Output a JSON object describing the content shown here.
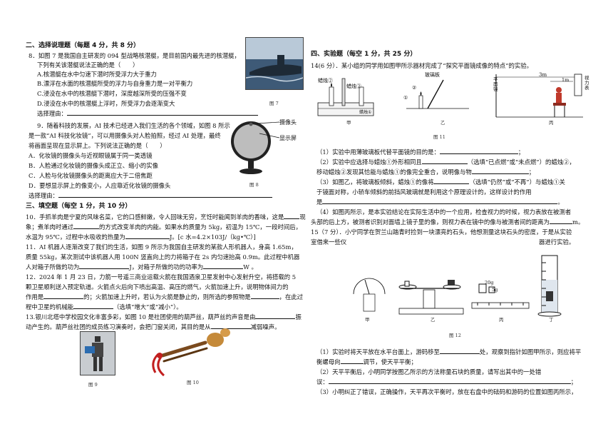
{
  "left": {
    "sec2_title": "二、选择说理题（每题 4 分，共 8 分）",
    "q8_l1": "8．如图 7 是我国自主研发的 094 型战略核潜艇，是目前国内最先进的核潜艇，",
    "q8_l2": "下列有关该潜艇说法正确的是（　　）",
    "q8_a": "A.核潜艇在水中匀速下潜时所受浮力大于重力",
    "q8_b": "B.漂浮在水面的核潜艇所受的浮力与自身重力是一对平衡力",
    "q8_c": "C.浸没在水中的核潜艇下潜时，深度越深所受的压强不变",
    "q8_d": "D.浸没在水中的核潜艇上浮时，所受浮力会逐渐变大",
    "reason_label": "选择理由：",
    "fig7_caption": "图 7",
    "q9_l1": "9．随着科技的发展，AI 技术已经进入我们生活的各个领域，如图 8 所示",
    "q9_l2": "是一款“AI 科技化妆镜”，可以用摄像头对人脸拍照，经过 AI 处理，最终",
    "q9_l3": "将画面呈现在显示屏上。下列说法正确的是（　　）",
    "q9_a": "A．化妆镜的摄像头与近视眼镜属于同一类透镜",
    "q9_b": "B．人脸通过化妆镜的摄像头成正立、缩小的实像",
    "q9_c": "C．人脸与化妆镜摄像头的距离应大于二倍焦距",
    "q9_d": "D．要想显示屏上的像变小，人应靠近化妆镜的摄像头",
    "fig8_label_camera": "摄像头",
    "fig8_label_screen": "显示屏",
    "fig8_caption": "图 8",
    "sec3_title": "三、填空题（每空 1 分，共 10 分）",
    "q10_l1": "10．手抓羊肉是宁夏的风味名菜，它的口感鲜嫩，令人回味无穷，烹饪时能闻到羊肉的香味，这是",
    "q10_l1b": "现",
    "q10_l2a": "象；煮羊肉时通过",
    "q10_l2b": "的方式改变羊肉的内能。如果水的质量为 5kg，初温为 15℃，一段时间后，",
    "q10_l3a": "水温为 95℃，过程中水吸收的热量为",
    "q10_l3b": "J。[c 水=4.2×103J/（kg•℃）]",
    "q11_l1": "11．AI 机器人逐渐改变了我们的生活，如图 9 所示为我国自主研发的某款人形机器人，身高 1.65m，",
    "q11_l2": "质量 55kg，某次测试中该机器人用 100N 竖直向上的力将箱子在 2s 内匀速抬高 0.9m。此过程中机器",
    "q11_l3a": "人对箱子所做的功为",
    "q11_l3b": "J，对箱子所做的功的功率为",
    "q11_l3c": "W 。",
    "q12_l1": "12．2024 年 1 月 23 日，力箭一号遥三商业运载火箭在我国酒泉卫星发射中心发射升空，将搭载的 5",
    "q12_l2": "颗卫星顺利送入预定轨道。火箭点火后向下喷出高温、高压的燃气，火箭加速上升，说明物体间力的",
    "q12_l3a": "作用是",
    "q12_l3b": "的；火箭加速上升时，若认为火箭是静止的，则所选的参照物是",
    "q12_l3c": "，在此过",
    "q12_l4a": "程中卫星的机械能",
    "q12_l4b": "（选填“增大”或“减小”）。",
    "q13_l1a": "13.银川北塔中学校园文化丰富多彩，如图 10 是社团使用的葫芦丝，葫芦丝的声音是由",
    "q13_l1b": "振",
    "q13_l2a": "动产生的。葫芦丝社团的成员练习演奏时，会把门窗关闭，其目的是从",
    "q13_l2b": "减弱噪声。",
    "fig9_caption": "图 9",
    "fig10_caption": "图 10"
  },
  "right": {
    "sec4_title": "四、实验题（每空 1 分，共 25 分）",
    "q14_l1": "14(6 分）．某小组的同学用如图甲所示器材完成了“探究平面镜成像的特点”的实验。",
    "fig11_glass": "玻璃板",
    "fig11_candle1": "蜡烛①",
    "fig11_candle2": "蜡烛②",
    "fig11_circle1": "①",
    "fig11_circle2": "②",
    "fig11_mirror": "平面镜",
    "fig11_3m": "3m",
    "fig11_1m": "1m",
    "fig11_chart": "视力表",
    "fig11_jia": "甲",
    "fig11_yi": "乙",
    "fig11_bing": "丙",
    "fig11_caption": "图 11",
    "q14_1": "（1）实验中用薄玻璃板代替平面镜的目的是：",
    "q14_1end": "；",
    "q14_2a": "（2）实验中应选择与蜡烛①外形相同且",
    "q14_2b": "（选填“已点燃”或“未点燃”）的蜡烛②，",
    "q14_2c": "移动蜡烛②发现其恰能与蜡烛①的像完全重合，说明像与物",
    "q14_2d": "；",
    "q14_3a": "（3）如图乙，将玻璃板倾斜，蜡烛①的像将",
    "q14_3b": "（选填“仍然”或“不再”）与蜡烛①关",
    "q14_3c": "于镜面对称，小轿车倾斜的前挡风玻璃就是利用这个原理设计的，这样设计的作用",
    "q14_3d": "是",
    "q14_3e": "。",
    "q14_4a": "（4）如图丙所示，是本实验结论在实际生活中的一个应用，检查视力的时候，视力表放在被测者",
    "q14_4b": "头部的后上方，被测者识别对面墙上镜子里的像，则视力表在镜中的像与被测者间的距离为",
    "q14_4c": "m。",
    "q15_l1": "15（7 分）．小宁同学在贺兰山踏青时捡到一块漂亮的石头，他想测量这块石头的密度，于是从实验",
    "q15_l2": "室借来一些仪",
    "q15_l2b": "器进行实验。",
    "fig12_jia": "甲",
    "fig12_yi": "乙",
    "fig12_bing": "丙",
    "fig12_ding": "丁",
    "fig12_20g": "20g",
    "fig12_5g": "5g",
    "fig12_caption": "图 12",
    "q15_1a": "（1）实验时将天平放在水平台面上，游码移至",
    "q15_1b": "处，观察到指针如图甲所示，则应将平",
    "q15_1c": "衡螺母向",
    "q15_1d": "调节，使天平平衡；",
    "q15_2a": "（2）天平平衡后，小明同学按图乙所示的方法称量石块的质量，请写出其中的一处错",
    "q15_2b": "误：",
    "q15_2c": "；",
    "q15_3": "（3）小明纠正了错误，正确操作，天平再次平衡时，放在右盘中的砝码和游码的位置如图丙所示，"
  }
}
